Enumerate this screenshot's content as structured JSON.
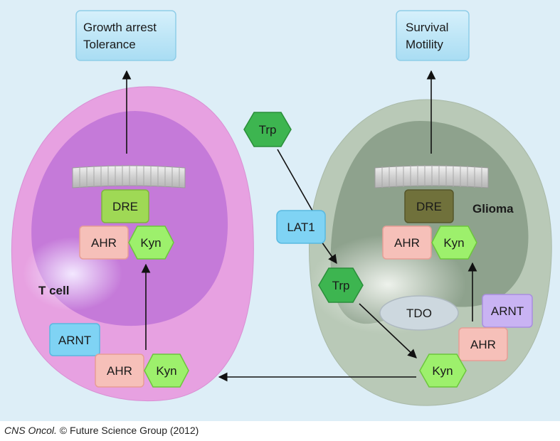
{
  "t_cell": {
    "outcome_lines": [
      "Growth arrest",
      "Tolerance"
    ],
    "cell_label": "T cell",
    "dre": "DRE",
    "ahr_nucleus": "AHR",
    "kyn_nucleus": "Kyn",
    "arnt": "ARNT",
    "ahr_cytoplasm": "AHR",
    "kyn_cytoplasm": "Kyn"
  },
  "glioma": {
    "outcome_lines": [
      "Survival",
      "Motility"
    ],
    "cell_label": "Glioma",
    "dre": "DRE",
    "ahr_nucleus": "AHR",
    "kyn_nucleus": "Kyn",
    "tdo": "TDO",
    "arnt": "ARNT",
    "ahr_cytoplasm": "AHR",
    "kyn_secreted": "Kyn"
  },
  "transport": {
    "trp_outside": "Trp",
    "lat1": "LAT1",
    "trp_inside": "Trp"
  },
  "credit": {
    "journal": "CNS Oncol.",
    "rest": " © Future Science Group (2012)"
  },
  "colors": {
    "background": "#ddeef7",
    "tcell_outer": "#e7a1e1",
    "tcell_nucleus": "#c57ad9",
    "glioma_outer": "#b9c9b7",
    "glioma_nucleus": "#8ea28d",
    "kyn_hex": "#9df06c",
    "trp_hex": "#3db550",
    "ahr_box": "#f6c0b9",
    "dre_tcell": "#9fd955",
    "dre_glioma": "#70713b",
    "arnt_tcell": "#7fd3f4",
    "arnt_glioma": "#c9b3f3",
    "lat1": "#7fd3f4",
    "tdo": "#cdd8df",
    "outcome_box": "#bfe6f6"
  }
}
